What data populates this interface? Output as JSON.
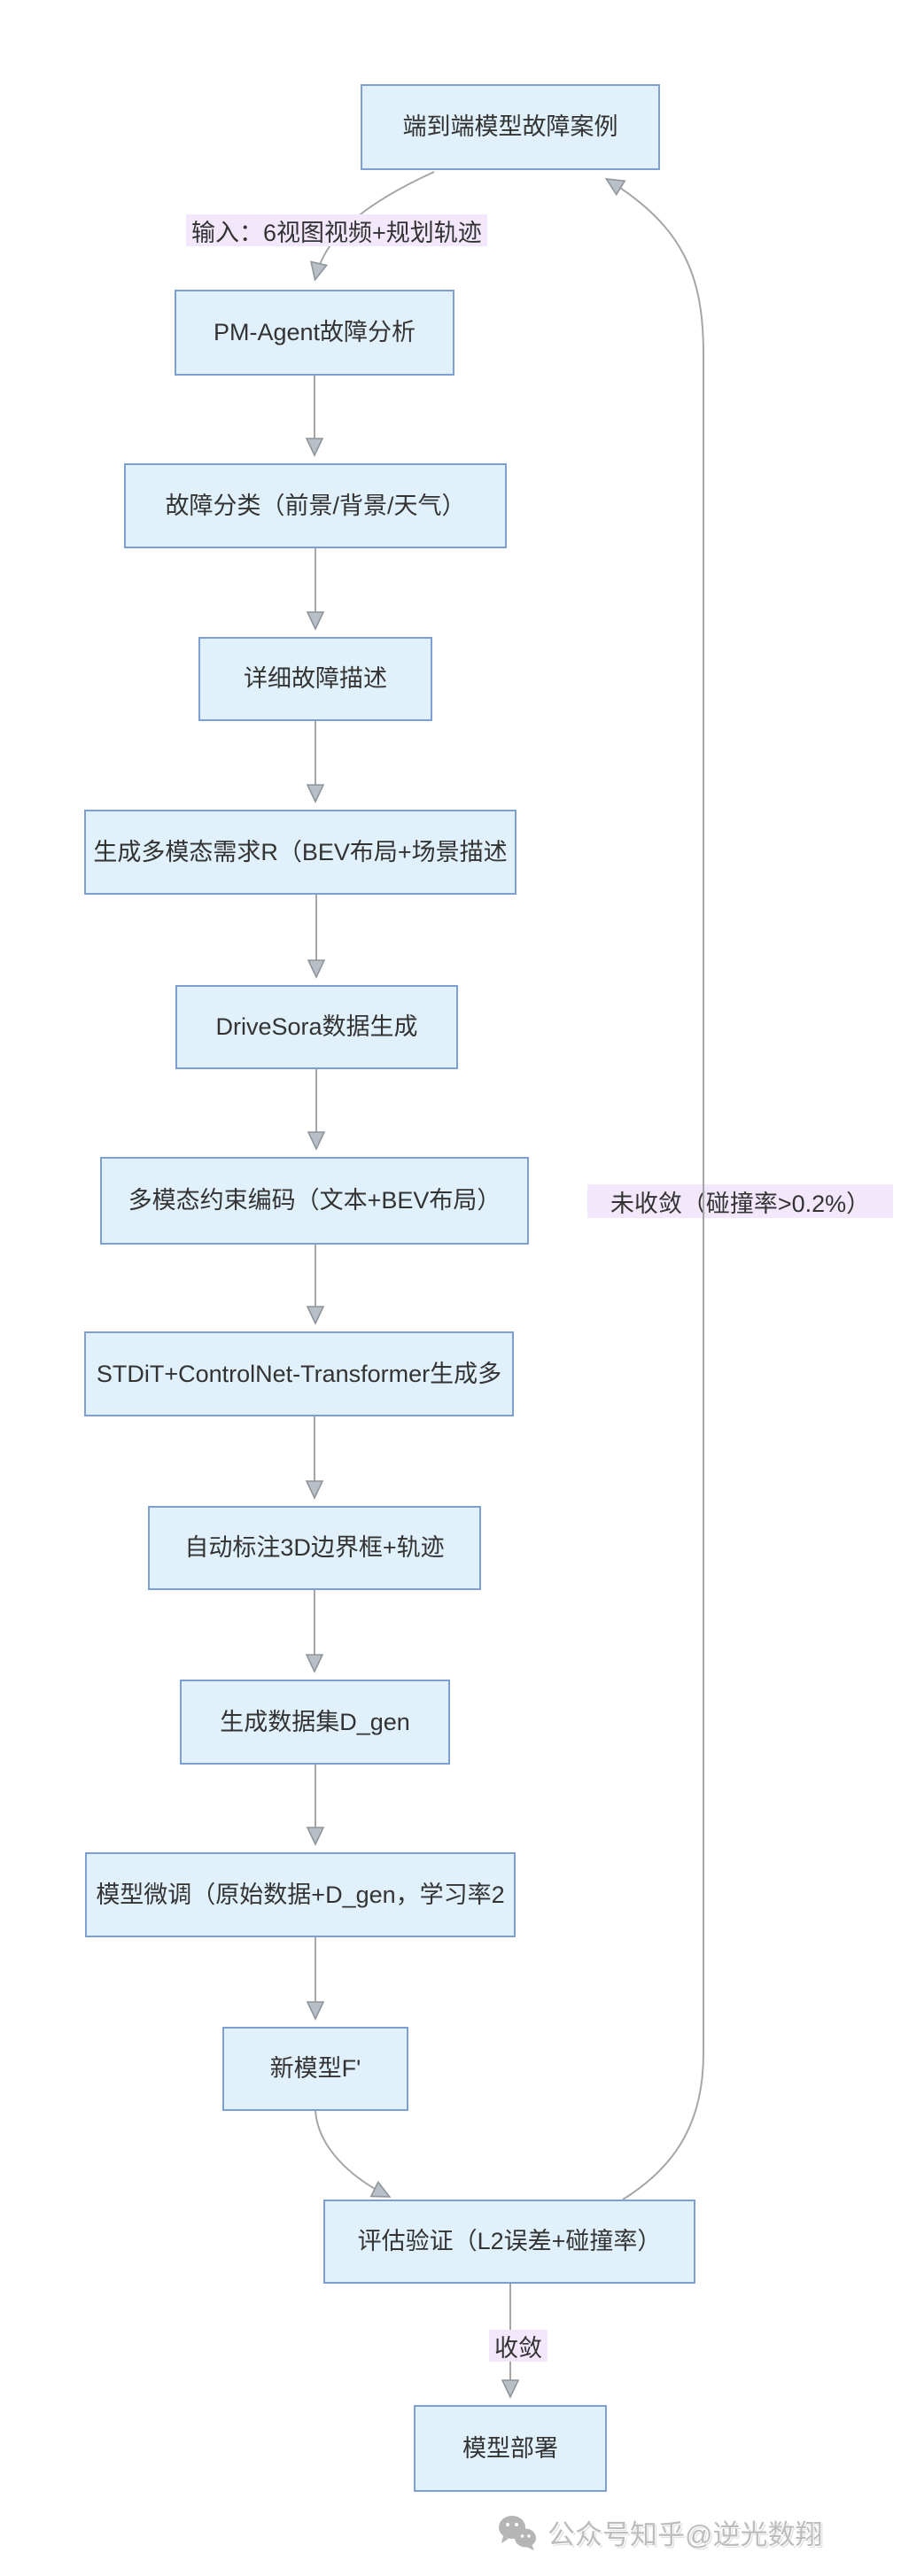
{
  "diagram": {
    "title": "端到端模型闭环数据生成流程图",
    "nodes": {
      "failure_case": {
        "label": "端到端模型故障案例"
      },
      "pm_agent": {
        "label": "PM-Agent故障分析"
      },
      "fault_classify": {
        "label": "故障分类（前景/背景/天气）"
      },
      "fault_desc": {
        "label": "详细故障描述"
      },
      "gen_requirement": {
        "label": "生成多模态需求R（BEV布局+场景描述"
      },
      "drivesora": {
        "label": "DriveSora数据生成"
      },
      "constraint_encode": {
        "label": "多模态约束编码（文本+BEV布局）"
      },
      "stdit": {
        "label": "STDiT+ControlNet-Transformer生成多"
      },
      "auto_label": {
        "label": "自动标注3D边界框+轨迹"
      },
      "gen_dataset": {
        "label": "生成数据集D_gen"
      },
      "finetune": {
        "label": "模型微调（原始数据+D_gen，学习率2"
      },
      "new_model": {
        "label": "新模型F'"
      },
      "evaluate": {
        "label": "评估验证（L2误差+碰撞率）"
      },
      "deploy": {
        "label": "模型部署"
      }
    },
    "edge_labels": {
      "input": {
        "label": "输入：6视图视频+规划轨迹"
      },
      "not_converged": {
        "label": "未收敛（碰撞率>0.2%）"
      },
      "converged": {
        "label": "收敛"
      }
    },
    "colors": {
      "node_fill": "#e1f1fb",
      "node_border": "#7d9fd4",
      "node_text": "#333333",
      "edge_line": "#a6a6a6",
      "arrowhead_fill": "#b9bfc6",
      "edge_label_bg": "#f3e8fb",
      "watermark_gray": "#bdbdbd",
      "background": "#ffffff"
    },
    "watermark": {
      "icon": "wechat-icon",
      "text": "公众号知乎@逆光数翔"
    }
  }
}
